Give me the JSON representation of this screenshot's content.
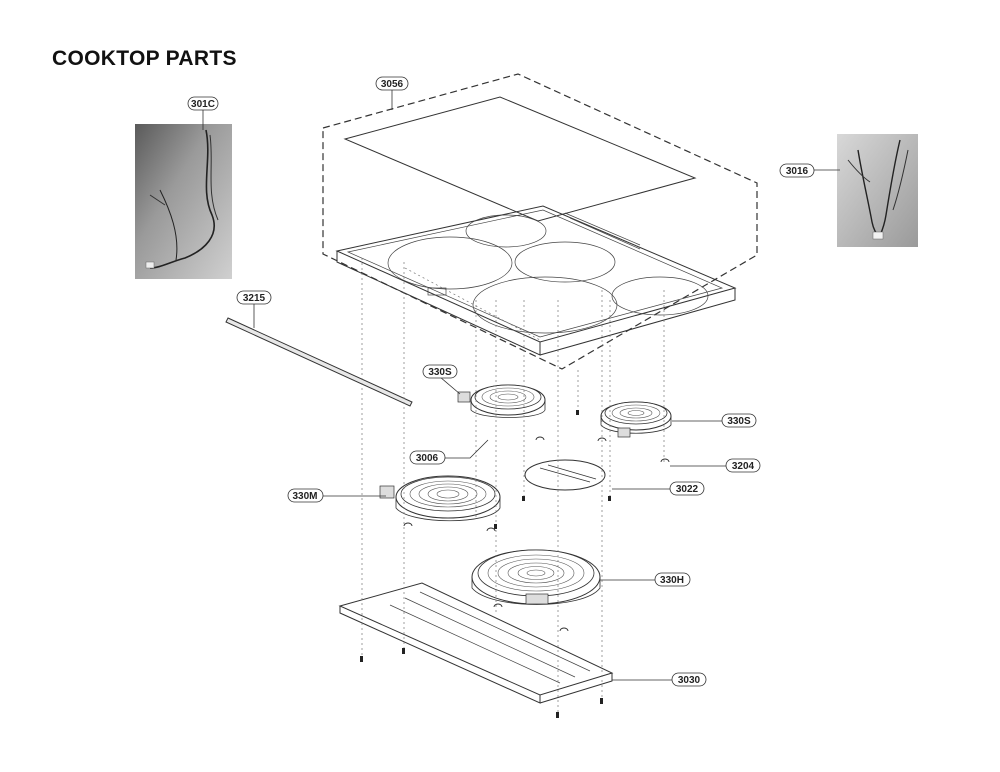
{
  "title": "COOKTOP PARTS",
  "callouts": [
    {
      "id": "301c",
      "text": "301C"
    },
    {
      "id": "3056",
      "text": "3056"
    },
    {
      "id": "3016",
      "text": "3016"
    },
    {
      "id": "3215",
      "text": "3215"
    },
    {
      "id": "330s-left",
      "text": "330S"
    },
    {
      "id": "330s-right",
      "text": "330S"
    },
    {
      "id": "3006",
      "text": "3006"
    },
    {
      "id": "3204",
      "text": "3204"
    },
    {
      "id": "330m",
      "text": "330M"
    },
    {
      "id": "3022",
      "text": "3022"
    },
    {
      "id": "330h",
      "text": "330H"
    },
    {
      "id": "3030",
      "text": "3030"
    }
  ]
}
